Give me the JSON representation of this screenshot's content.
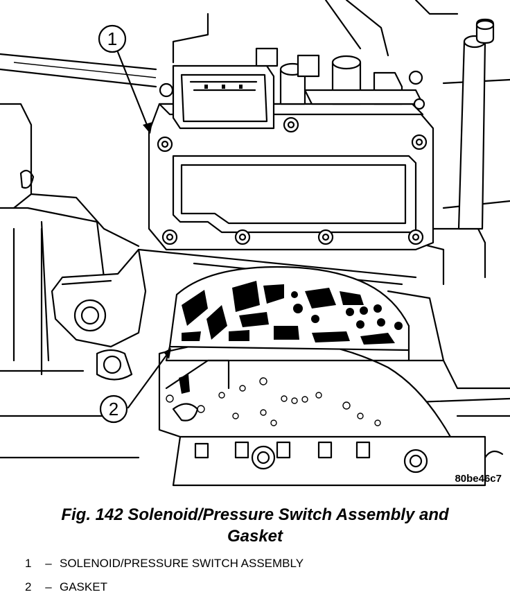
{
  "figure": {
    "callouts": [
      {
        "number": "1"
      },
      {
        "number": "2"
      }
    ],
    "image_code": "80be46c7"
  },
  "caption": {
    "line1": "Fig. 142 Solenoid/Pressure Switch Assembly and",
    "line2": "Gasket"
  },
  "legend": [
    {
      "number": "1",
      "dash": "–",
      "text": "SOLENOID/PRESSURE SWITCH ASSEMBLY"
    },
    {
      "number": "2",
      "dash": "–",
      "text": "GASKET"
    }
  ]
}
